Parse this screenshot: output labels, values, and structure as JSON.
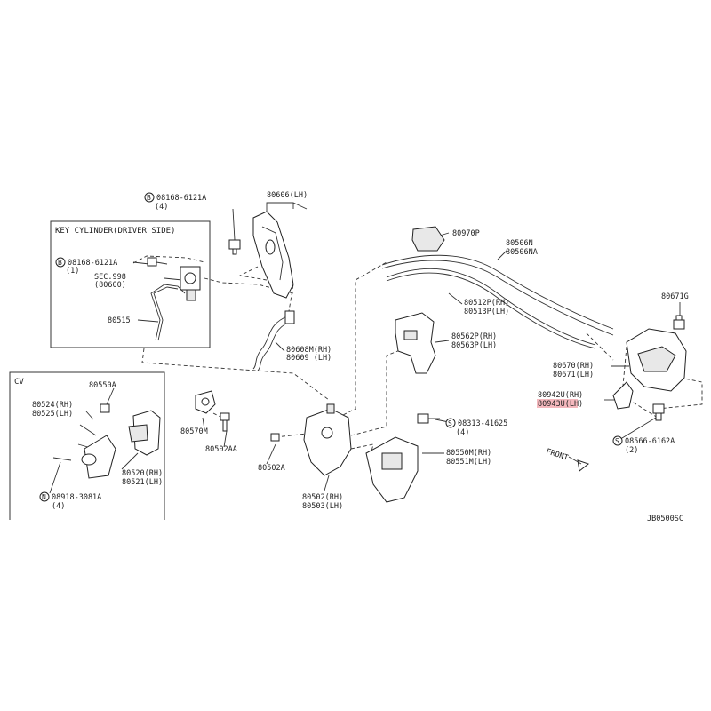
{
  "key_cylinder_box": {
    "title": "KEY CYLINDER(DRIVER SIDE)"
  },
  "cv_box": {
    "title": "CV"
  },
  "labels": {
    "b08168_top": "08168-6121A",
    "b08168_top_qty": "(4)",
    "p80606": "80606(LH)",
    "b08168_in": "08168-6121A",
    "b08168_in_qty": "(1)",
    "sec998": "SEC.998",
    "sec998_ref": "(80600)",
    "p80515": "80515",
    "p80608m": "80608M(RH)",
    "p80609": "80609 (LH)",
    "p80970p": "80970P",
    "p80506n": "80506N",
    "p80506na": "80506NA",
    "p80512p": "80512P(RH)",
    "p80513p": "80513P(LH)",
    "p80671g": "80671G",
    "p80562p": "80562P(RH)",
    "p80563p": "80563P(LH)",
    "p80670": "80670(RH)",
    "p80671": "80671(LH)",
    "p80942u": "80942U(RH)",
    "p80943u": "80943U(LH)",
    "s08313": "08313-41625",
    "s08313_qty": "(4)",
    "s08566": "08566-6162A",
    "s08566_qty": "(2)",
    "front": "FRONT",
    "p80550a": "80550A",
    "p80524": "80524(RH)",
    "p80525": "80525(LH)",
    "p80570m": "80570M",
    "p80502aa": "80502AA",
    "p80520": "80520(RH)",
    "p80521": "80521(LH)",
    "p80502a": "80502A",
    "p80550m": "80550M(RH)",
    "p80551m": "80551M(LH)",
    "n08918": "08918-3081A",
    "n08918_qty": "(4)",
    "p80502": "80502(RH)",
    "p80503": "80503(LH)",
    "diagram_code": "JB0500SC"
  },
  "markers": {
    "b": "B",
    "s": "S",
    "n": "N"
  },
  "colors": {
    "highlight": "#f4b8bd",
    "ink": "#222222"
  }
}
